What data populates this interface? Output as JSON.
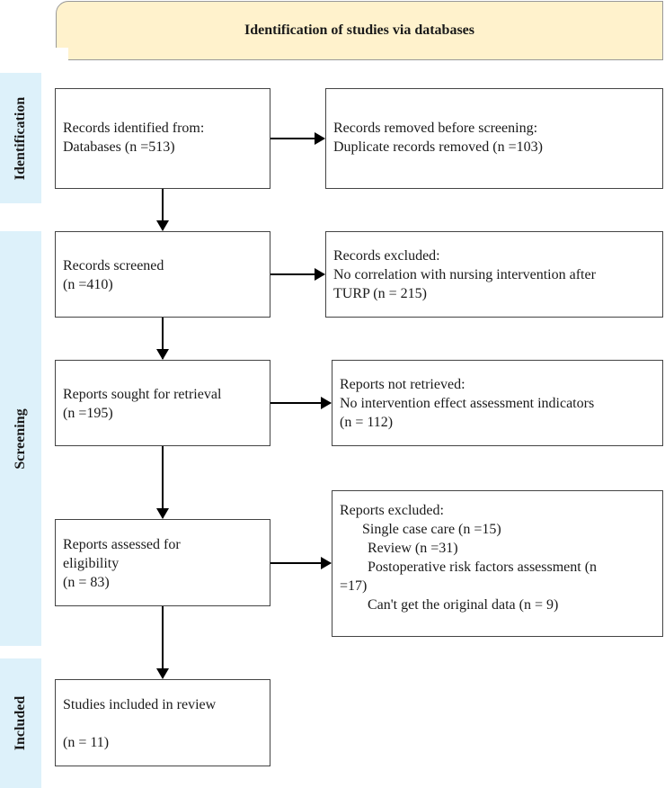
{
  "header": {
    "title": "Identification of studies via databases"
  },
  "phases": {
    "identification": "Identification",
    "screening": "Screening",
    "included": "Included"
  },
  "boxes": {
    "records_identified": [
      "Records identified from:",
      "Databases (n =513)"
    ],
    "records_removed": [
      "Records removed before screening:",
      "Duplicate records removed (n =103)"
    ],
    "records_screened": [
      "Records screened",
      "(n =410)"
    ],
    "records_excluded": [
      "Records excluded:",
      "No correlation with nursing intervention after",
      "TURP (n = 215)"
    ],
    "reports_sought": [
      "Reports sought for retrieval",
      "(n =195)"
    ],
    "reports_not_retrieved": [
      "Reports not retrieved:",
      "No intervention effect assessment indicators",
      "(n = 112)"
    ],
    "reports_assessed": [
      "Reports assessed for",
      "eligibility",
      "(n = 83)"
    ],
    "reports_excluded": [
      "Reports excluded:",
      "Single case care (n =15)",
      "Review (n =31)",
      "Postoperative risk factors assessment (n",
      "=17)",
      "Can't get the original data (n = 9)"
    ],
    "studies_included": [
      "Studies included in review",
      "",
      "(n = 11)"
    ]
  }
}
